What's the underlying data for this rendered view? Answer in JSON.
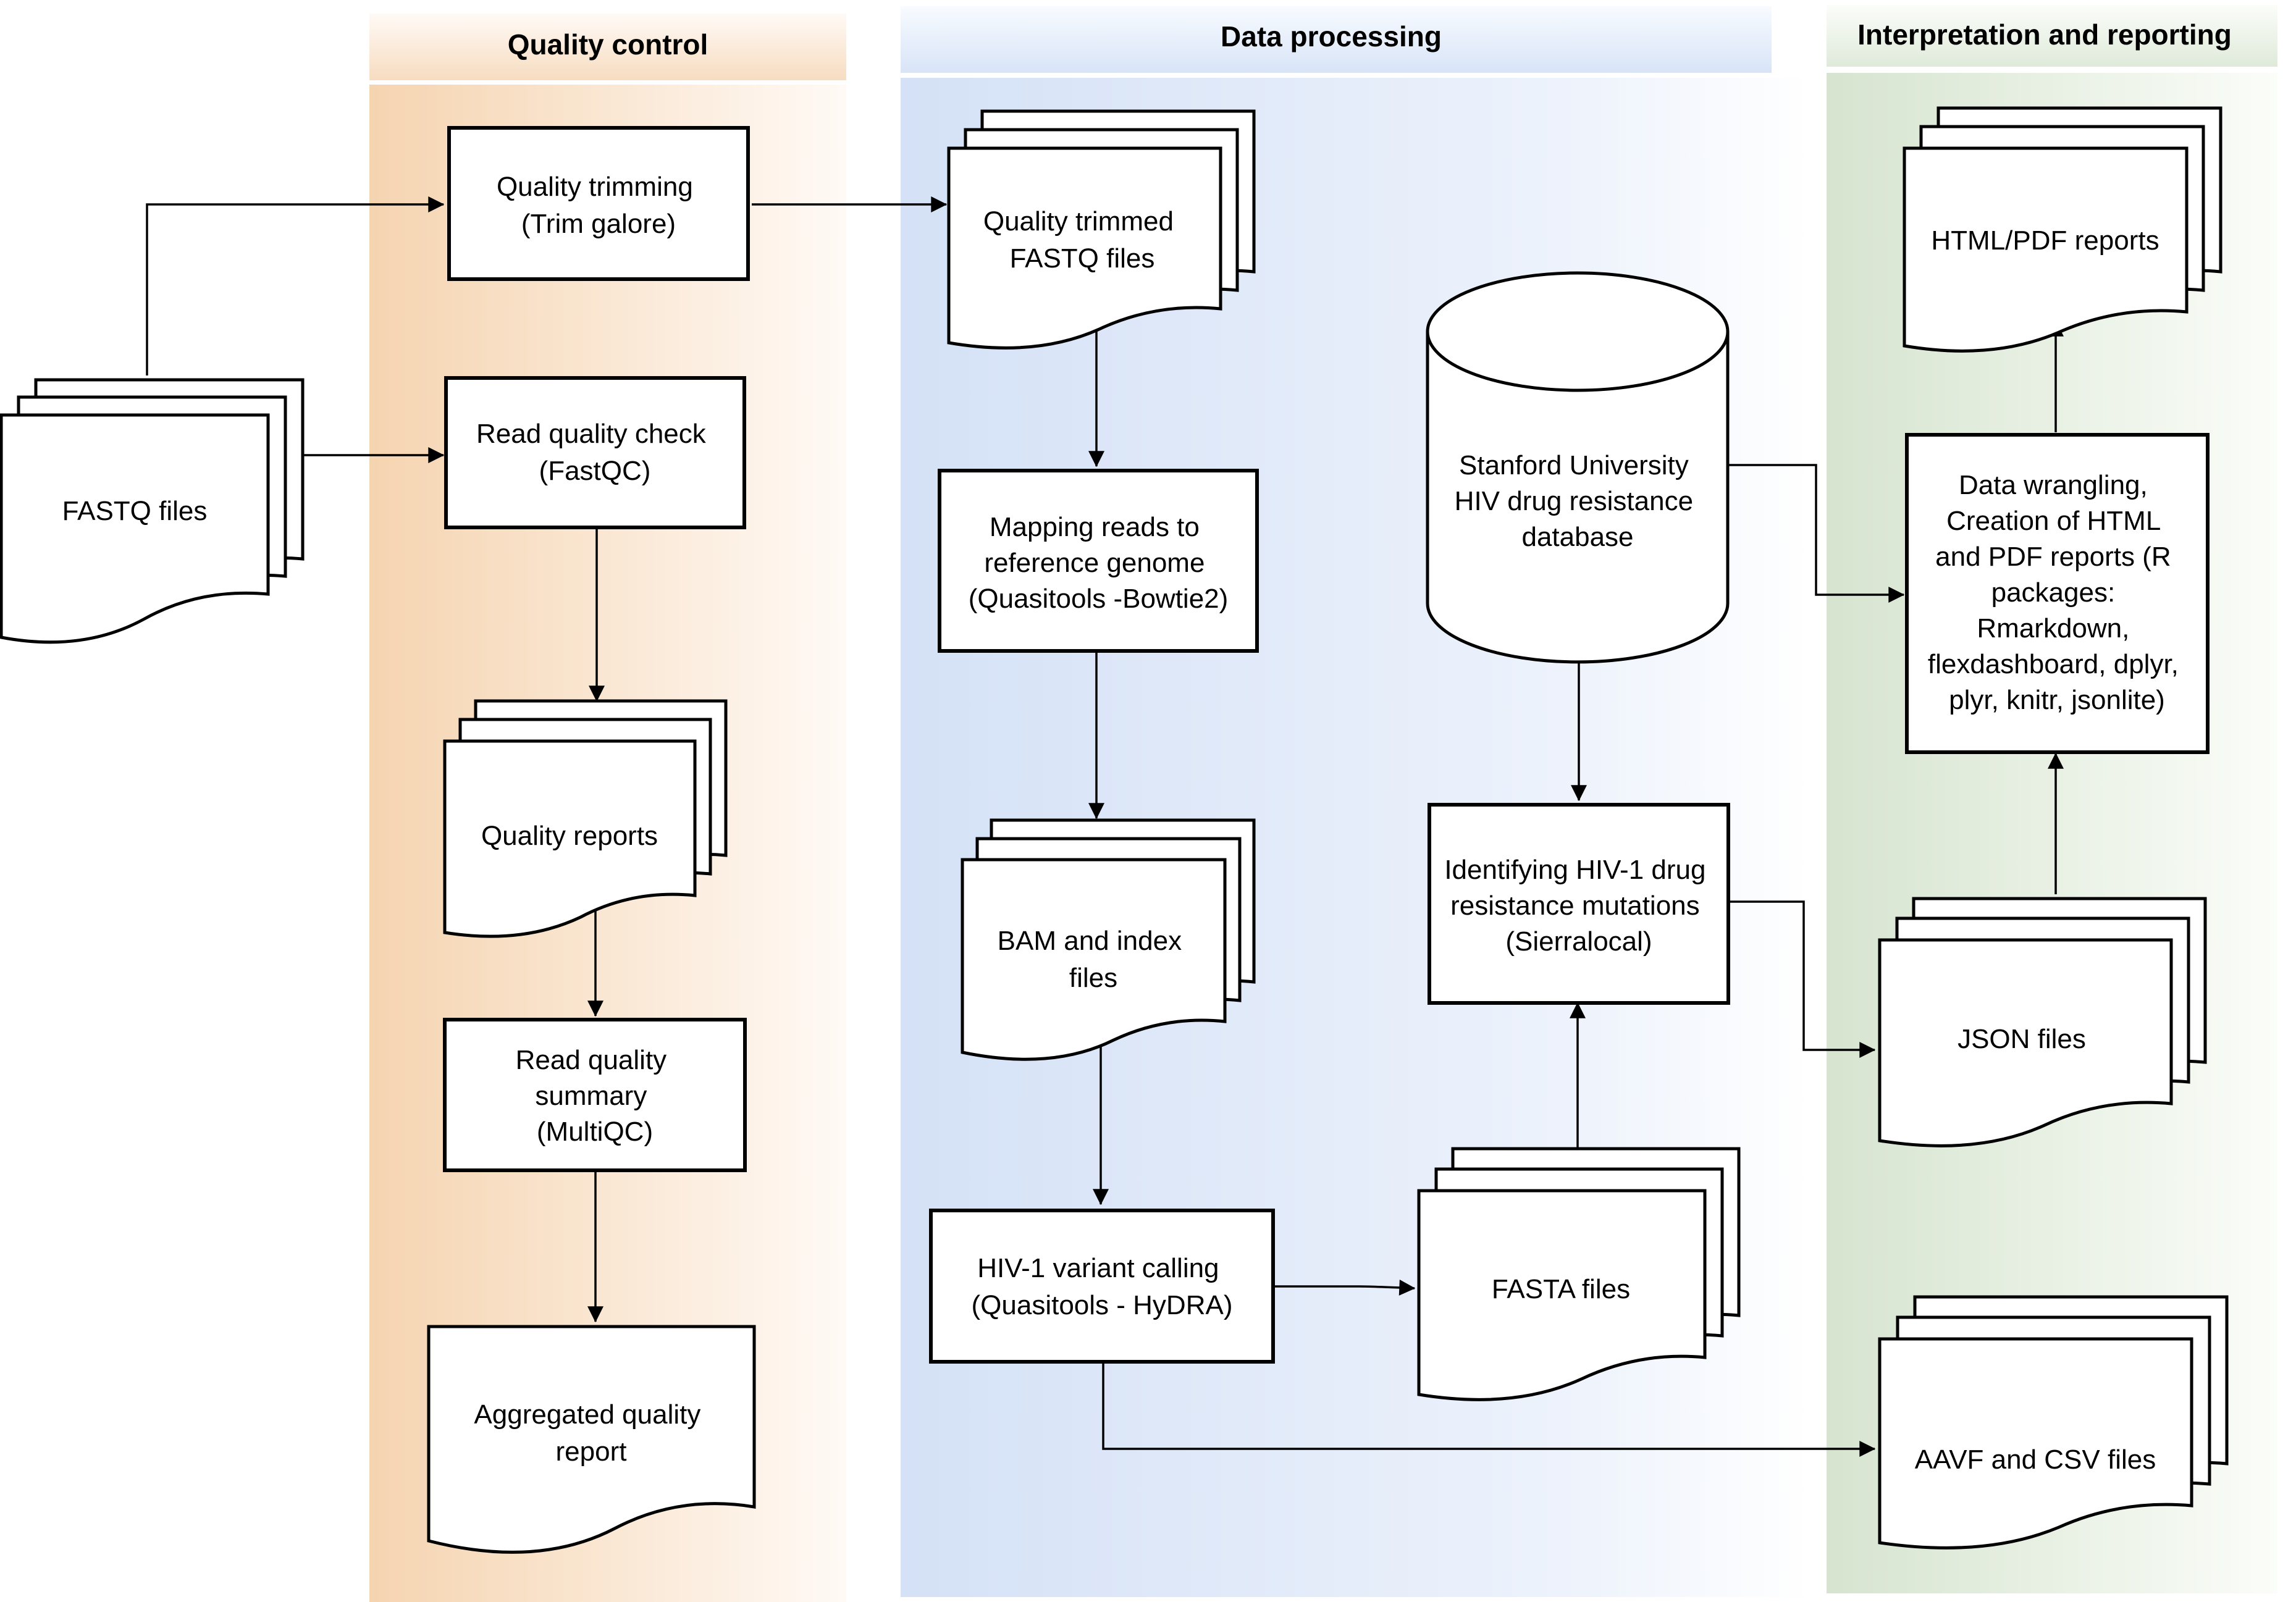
{
  "lanes": {
    "qc": "Quality control",
    "dp": "Data processing",
    "ir": "Interpretation and reporting"
  },
  "nodes": {
    "fastq": [
      "FASTQ files"
    ],
    "trim": [
      "Quality trimming",
      "(Trim galore)"
    ],
    "readqc": [
      "Read quality check",
      "(FastQC)"
    ],
    "qreports": [
      "Quality reports"
    ],
    "rqsum": [
      "Read quality",
      "summary",
      "(MultiQC)"
    ],
    "aggr": [
      "Aggregated quality",
      "report"
    ],
    "trimmed": [
      "Quality trimmed",
      "FASTQ files"
    ],
    "mapping": [
      "Mapping reads to",
      "reference genome",
      "(Quasitools -Bowtie2)"
    ],
    "bam": [
      "BAM and index",
      "files"
    ],
    "variant": [
      "HIV-1 variant calling",
      "(Quasitools - HyDRA)"
    ],
    "fasta": [
      "FASTA files"
    ],
    "stanford": [
      "Stanford University",
      "HIV drug resistance",
      "database"
    ],
    "identify": [
      "Identifying HIV-1 drug",
      "resistance mutations",
      "(Sierralocal)"
    ],
    "json": [
      "JSON files"
    ],
    "wrangle": [
      "Data wrangling,",
      "Creation of HTML",
      "and PDF reports (R",
      "packages:",
      "Rmarkdown,",
      "flexdashboard, dplyr,",
      "plyr, knitr, jsonlite)"
    ],
    "htmlpdf": [
      "HTML/PDF reports"
    ],
    "aavf": [
      "AAVF and CSV files"
    ]
  }
}
